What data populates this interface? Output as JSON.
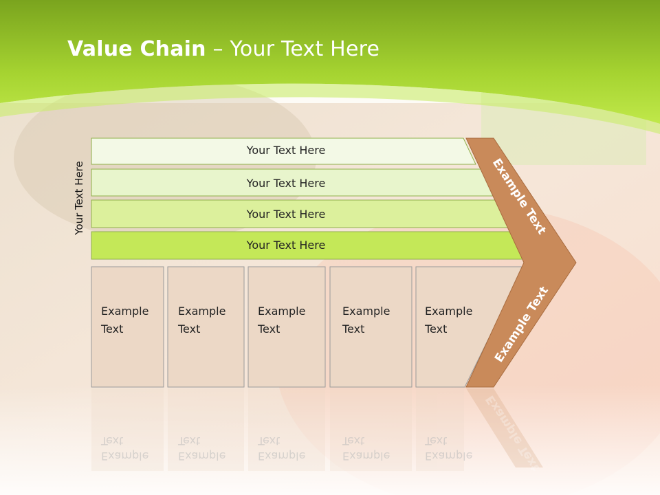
{
  "slide": {
    "title_bold": "Value Chain",
    "title_rest": " – Your Text Here",
    "side_label": "Your Text Here"
  },
  "rows": [
    {
      "label": "Your Text Here",
      "color": "#f3f9e6"
    },
    {
      "label": "Your Text Here",
      "color": "#e8f5cc"
    },
    {
      "label": "Your Text Here",
      "color": "#dcf09c"
    },
    {
      "label": "Your Text Here",
      "color": "#c4e858"
    }
  ],
  "boxes": [
    {
      "line1": "Example",
      "line2": "Text"
    },
    {
      "line1": "Example",
      "line2": "Text"
    },
    {
      "line1": "Example",
      "line2": "Text"
    },
    {
      "line1": "Example",
      "line2": "Text"
    },
    {
      "line1": "Example",
      "line2": "Text"
    }
  ],
  "chevron": {
    "upper_label": "Example Text",
    "lower_label": "Example Text",
    "color": "#c98a5a"
  },
  "colors": {
    "header_green": "#a8d62c",
    "box_fill": "#ecd8c6",
    "box_border": "#9a9a9a"
  }
}
